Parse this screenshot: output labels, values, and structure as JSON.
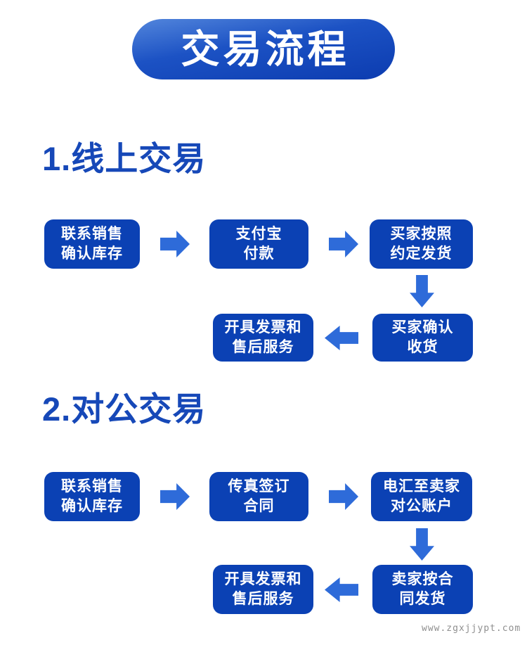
{
  "page": {
    "watermark": "www.zgxjjypt.com"
  },
  "title": {
    "text": "交易流程"
  },
  "colors": {
    "box_blue": "#0b41b4",
    "arrow_blue": "#2e6bd9",
    "heading_blue": "#1648b8",
    "pill_top": "#5386dc",
    "pill_bottom": "#0c3cb0",
    "box_text": "#ffffff",
    "watermark_gray": "#8f8f8f",
    "background": "#ffffff"
  },
  "sections": [
    {
      "heading": "1.线上交易",
      "steps": [
        {
          "lines": [
            "联系销售",
            "确认库存"
          ]
        },
        {
          "lines": [
            "支付宝",
            "付款"
          ]
        },
        {
          "lines": [
            "买家按照",
            "约定发货"
          ]
        },
        {
          "lines": [
            "买家确认",
            "收货"
          ]
        },
        {
          "lines": [
            "开具发票和",
            "售后服务"
          ]
        }
      ]
    },
    {
      "heading": "2.对公交易",
      "steps": [
        {
          "lines": [
            "联系销售",
            "确认库存"
          ]
        },
        {
          "lines": [
            "传真签订",
            "合同"
          ]
        },
        {
          "lines": [
            "电汇至卖家",
            "对公账户"
          ]
        },
        {
          "lines": [
            "卖家按合",
            "同发货"
          ]
        },
        {
          "lines": [
            "开具发票和",
            "售后服务"
          ]
        }
      ]
    }
  ]
}
